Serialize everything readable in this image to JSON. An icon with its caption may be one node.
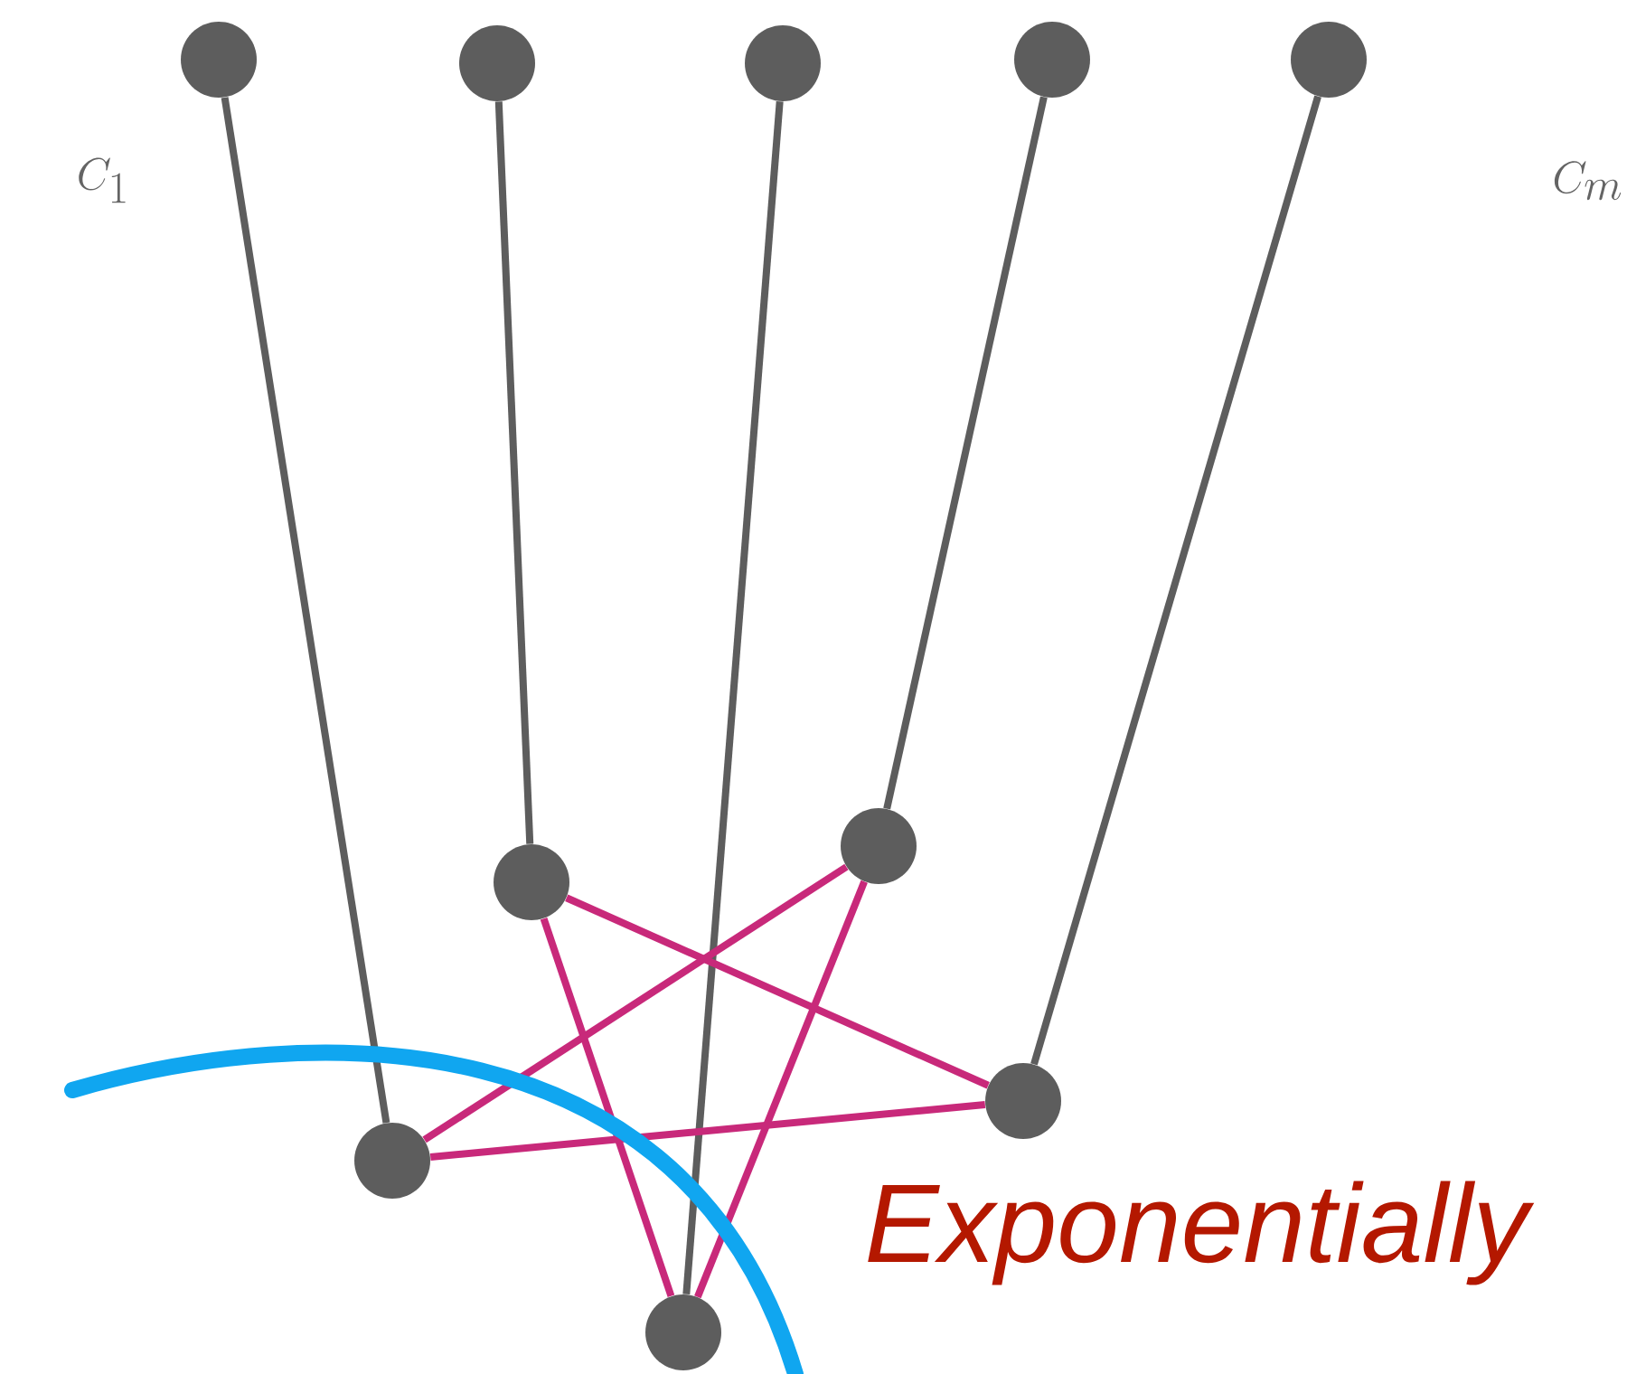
{
  "diagram": {
    "nodes": [
      {
        "text": [],
        "shape": "circle"
      },
      {
        "text": [],
        "shape": "circle"
      },
      {
        "text": [],
        "shape": "circle"
      },
      {
        "text": [],
        "shape": "circle"
      },
      {
        "text": [],
        "shape": "circle"
      },
      {
        "text": [],
        "shape": "circle"
      },
      {
        "text": [],
        "shape": "circle"
      },
      {
        "text": [],
        "shape": "circle"
      },
      {
        "text": [],
        "shape": "circle"
      },
      {
        "text": [],
        "shape": "circle"
      }
    ],
    "edges": [
      {
        "from": 0,
        "to": 8,
        "arrow": "none"
      },
      {
        "from": 1,
        "to": 5,
        "arrow": "none"
      },
      {
        "from": 2,
        "to": 9,
        "arrow": "none"
      },
      {
        "from": 3,
        "to": 6,
        "arrow": "none"
      },
      {
        "from": 4,
        "to": 7,
        "arrow": "none"
      },
      {
        "from": 5,
        "to": 7,
        "arrow": "none",
        "color": "#c8297a"
      },
      {
        "from": 5,
        "to": 9,
        "arrow": "none",
        "color": "#c8297a"
      },
      {
        "from": 6,
        "to": 8,
        "arrow": "none",
        "color": "#c8297a"
      },
      {
        "from": 6,
        "to": 9,
        "arrow": "none",
        "color": "#c8297a"
      },
      {
        "from": 8,
        "to": 7,
        "arrow": "none",
        "color": "#c8297a"
      }
    ],
    "labels": [
      "C_1",
      "C_m",
      "Exponentially"
    ]
  }
}
